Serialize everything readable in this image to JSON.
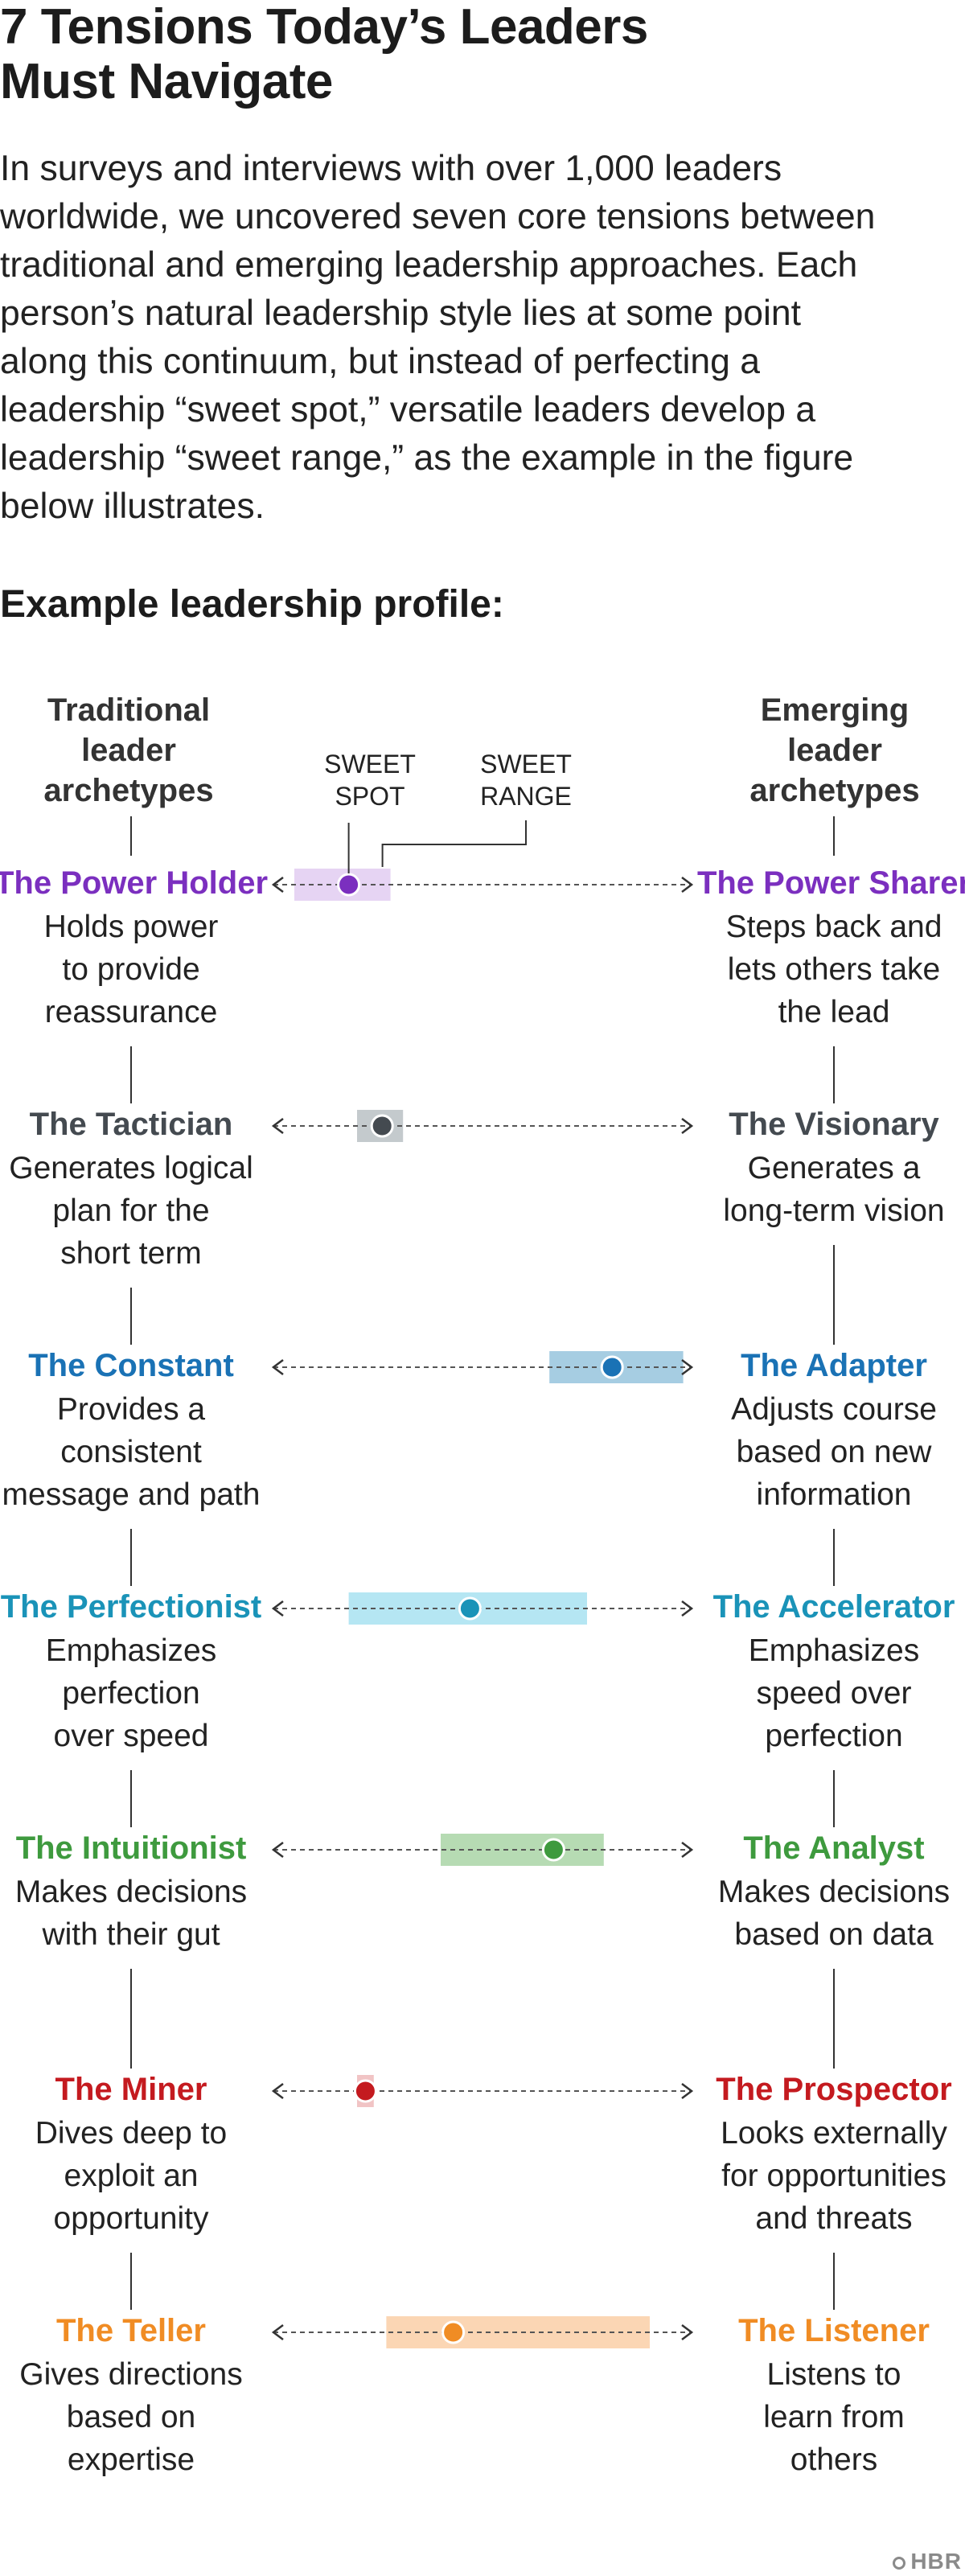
{
  "title_lines": [
    "7 Tensions Today’s Leaders",
    "Must Navigate"
  ],
  "intro_lines": [
    "In surveys and interviews with over 1,000 leaders",
    "worldwide, we uncovered seven core tensions between",
    "traditional and emerging leadership approaches. Each",
    "person’s natural leadership style lies at some point",
    "along this continuum, but instead of perfecting a",
    "leadership “sweet spot,” versatile leaders develop a",
    "leadership “sweet range,” as the example in the figure",
    "below illustrates."
  ],
  "profile_heading": "Example leadership profile:",
  "left_column_title": [
    "Traditional",
    "leader",
    "archetypes"
  ],
  "right_column_title": [
    "Emerging",
    "leader",
    "archetypes"
  ],
  "sweet_spot_label": [
    "SWEET",
    "SPOT"
  ],
  "sweet_range_label": [
    "SWEET",
    "RANGE"
  ],
  "brand": "HBR",
  "tensions": [
    {
      "color": "#7b2fbf",
      "range_color": "#e6d4f3",
      "spot": 0.18,
      "range_start": 0.05,
      "range_end": 0.28,
      "left": {
        "name": "The Power Holder",
        "desc": [
          "Holds power",
          "to provide",
          "reassurance"
        ]
      },
      "right": {
        "name": "The Power Sharer",
        "desc": [
          "Steps back and",
          "lets others take",
          "the lead"
        ]
      }
    },
    {
      "color": "#444a50",
      "range_color": "#c4cacd",
      "spot": 0.26,
      "range_start": 0.2,
      "range_end": 0.31,
      "left": {
        "name": "The Tactician",
        "desc": [
          "Generates logical",
          "plan for the",
          "short term"
        ]
      },
      "right": {
        "name": "The Visionary",
        "desc": [
          "Generates a",
          "long-term vision"
        ]
      }
    },
    {
      "color": "#1a72b5",
      "range_color": "#a6cde2",
      "spot": 0.81,
      "range_start": 0.66,
      "range_end": 0.98,
      "left": {
        "name": "The Constant",
        "desc": [
          "Provides a",
          "consistent",
          "message and path"
        ]
      },
      "right": {
        "name": "The Adapter",
        "desc": [
          "Adjusts course",
          "based on new",
          "information"
        ]
      }
    },
    {
      "color": "#1a93b8",
      "range_color": "#b5e6f3",
      "spot": 0.47,
      "range_start": 0.18,
      "range_end": 0.75,
      "left": {
        "name": "The Perfectionist",
        "desc": [
          "Emphasizes",
          "perfection",
          "over speed"
        ]
      },
      "right": {
        "name": "The Accelerator",
        "desc": [
          "Emphasizes",
          "speed over",
          "perfection"
        ]
      }
    },
    {
      "color": "#3e9a3e",
      "range_color": "#b6dbb3",
      "spot": 0.67,
      "range_start": 0.4,
      "range_end": 0.79,
      "left": {
        "name": "The Intuitionist",
        "desc": [
          "Makes decisions",
          "with their gut"
        ]
      },
      "right": {
        "name": "The Analyst",
        "desc": [
          "Makes decisions",
          "based on data"
        ]
      }
    },
    {
      "color": "#c41a1f",
      "range_color": "#f1c4c5",
      "spot": 0.22,
      "range_start": 0.2,
      "range_end": 0.24,
      "left": {
        "name": "The Miner",
        "desc": [
          "Dives deep to",
          "exploit an",
          "opportunity"
        ]
      },
      "right": {
        "name": "The Prospector",
        "desc": [
          "Looks externally",
          "for opportunities",
          "and threats"
        ]
      }
    },
    {
      "color": "#f08c24",
      "range_color": "#fbd6b4",
      "spot": 0.43,
      "range_start": 0.27,
      "range_end": 0.9,
      "left": {
        "name": "The Teller",
        "desc": [
          "Gives directions",
          "based on",
          "expertise"
        ]
      },
      "right": {
        "name": "The Listener",
        "desc": [
          "Listens to",
          "learn from",
          "others"
        ]
      }
    }
  ]
}
